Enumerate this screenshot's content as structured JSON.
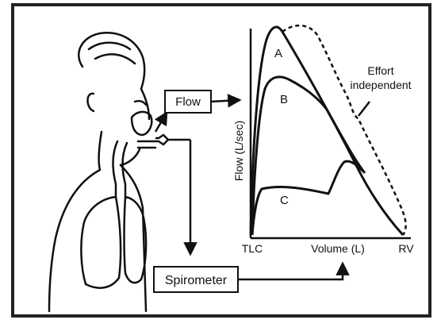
{
  "diagram": {
    "boxes": {
      "flow": "Flow",
      "spirometer": "Spirometer"
    },
    "axes": {
      "y_label": "Flow (L/sec)",
      "x_label": "Volume (L)",
      "x_start": "TLC",
      "x_end": "RV"
    },
    "curves": {
      "a": "A",
      "b": "B",
      "c": "C"
    },
    "annotation": {
      "line1": "Effort",
      "line2": "independent"
    }
  },
  "colors": {
    "line": "#111111",
    "background": "#ffffff",
    "frame": "#222222"
  }
}
